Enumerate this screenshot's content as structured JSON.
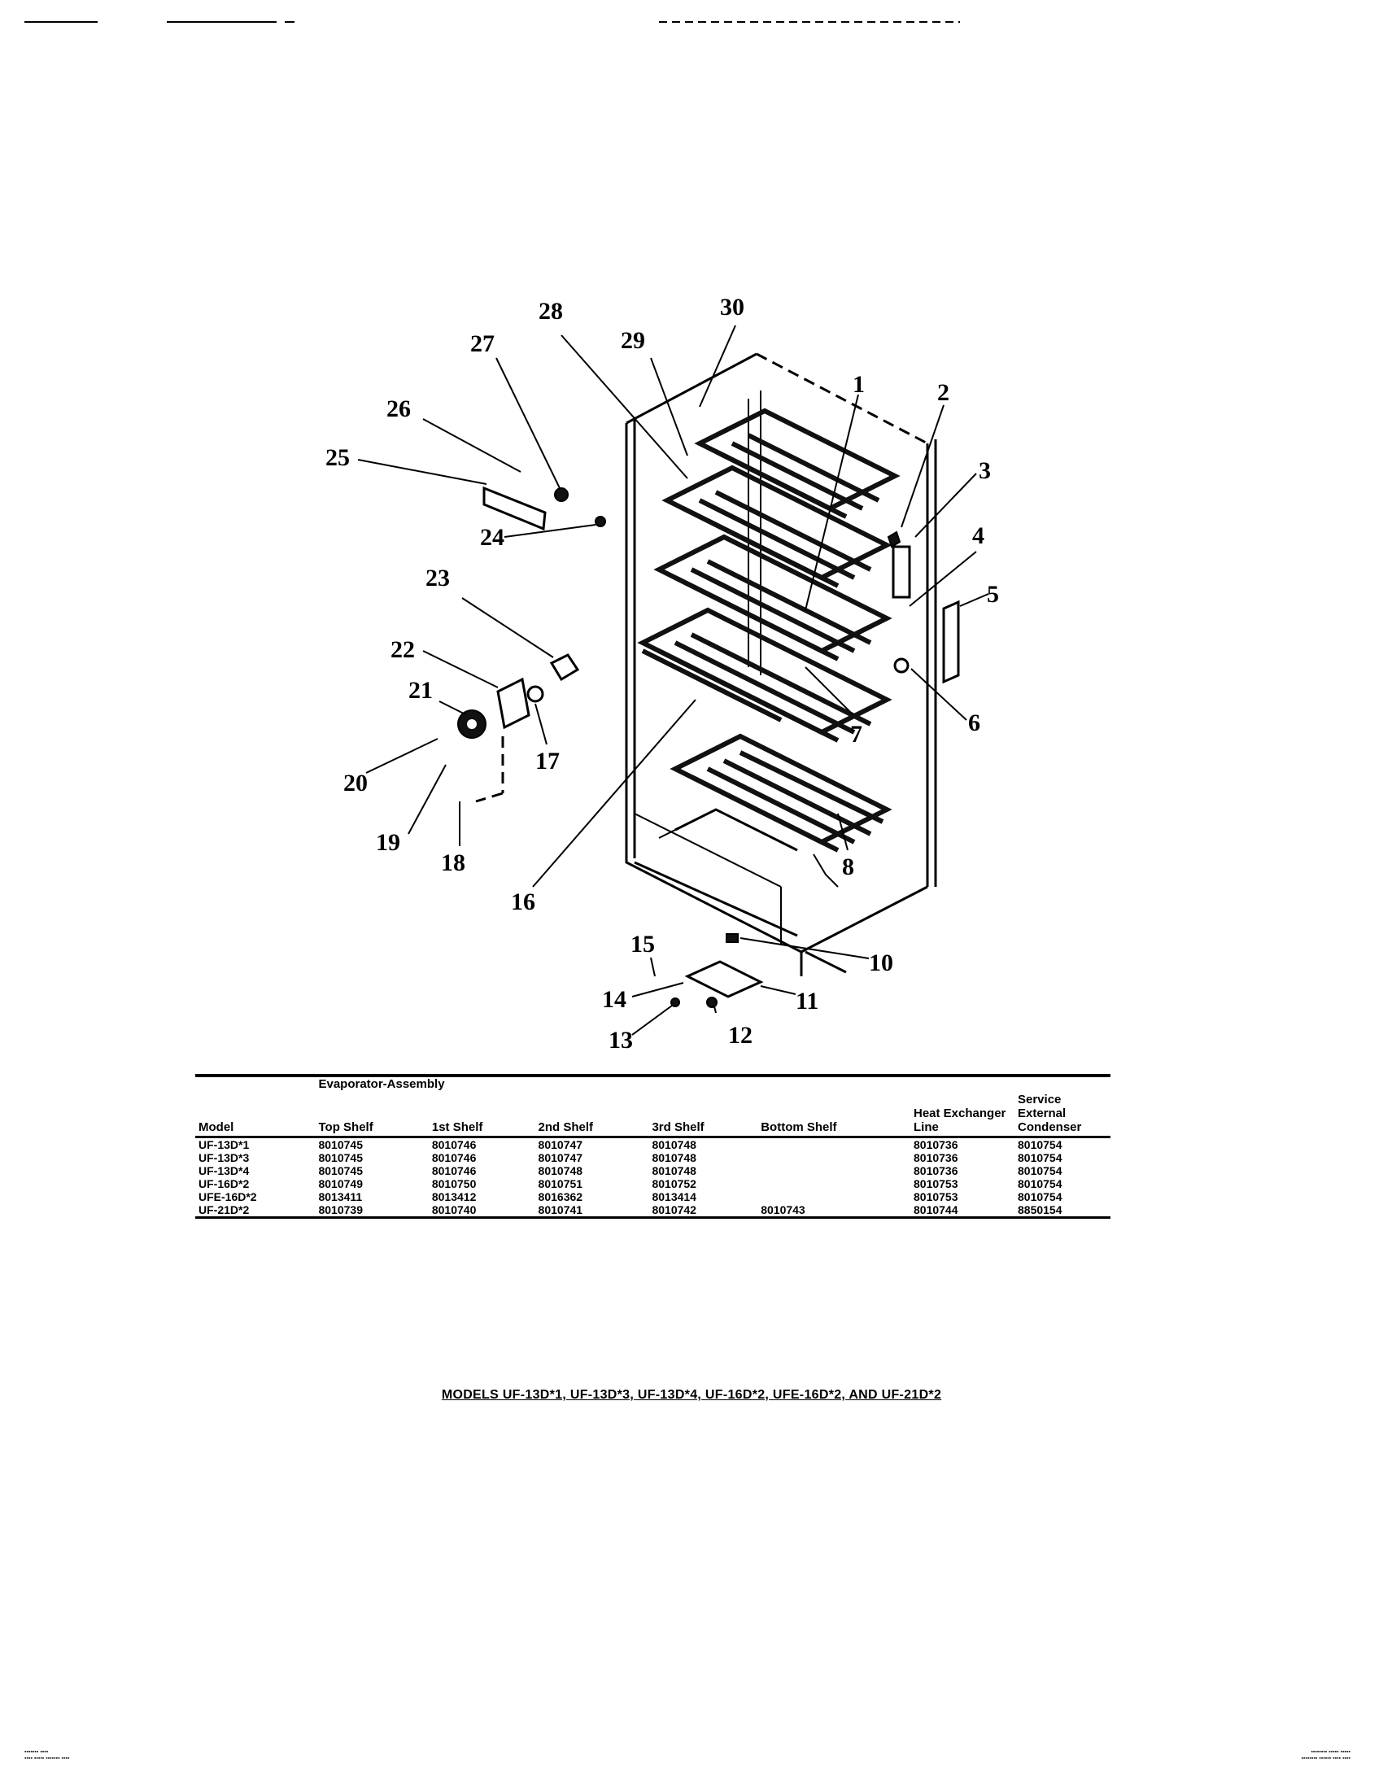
{
  "callouts": [
    "1",
    "2",
    "3",
    "4",
    "5",
    "6",
    "7",
    "8",
    "10",
    "11",
    "12",
    "13",
    "14",
    "15",
    "16",
    "17",
    "18",
    "19",
    "20",
    "21",
    "22",
    "23",
    "24",
    "25",
    "26",
    "27",
    "28",
    "29",
    "30"
  ],
  "table": {
    "group_header": "Evaporator-Assembly",
    "columns": [
      "Model",
      "Top Shelf",
      "1st Shelf",
      "2nd Shelf",
      "3rd Shelf",
      "Bottom Shelf",
      "Heat Exchanger Line",
      "Service External Condenser"
    ],
    "rows": [
      [
        "UF-13D*1",
        "8010745",
        "8010746",
        "8010747",
        "8010748",
        "",
        "8010736",
        "8010754"
      ],
      [
        "UF-13D*3",
        "8010745",
        "8010746",
        "8010747",
        "8010748",
        "",
        "8010736",
        "8010754"
      ],
      [
        "UF-13D*4",
        "8010745",
        "8010746",
        "8010748",
        "8010748",
        "",
        "8010736",
        "8010754"
      ],
      [
        "UF-16D*2",
        "8010749",
        "8010750",
        "8010751",
        "8010752",
        "",
        "8010753",
        "8010754"
      ],
      [
        "UFE-16D*2",
        "8013411",
        "8013412",
        "8016362",
        "8013414",
        "",
        "8010753",
        "8010754"
      ],
      [
        "UF-21D*2",
        "8010739",
        "8010740",
        "8010741",
        "8010742",
        "8010743",
        "8010744",
        "8850154"
      ]
    ]
  },
  "models_line": "MODELS UF-13D*1, UF-13D*3, UF-13D*4, UF-16D*2, UFE-16D*2, AND UF-21D*2"
}
